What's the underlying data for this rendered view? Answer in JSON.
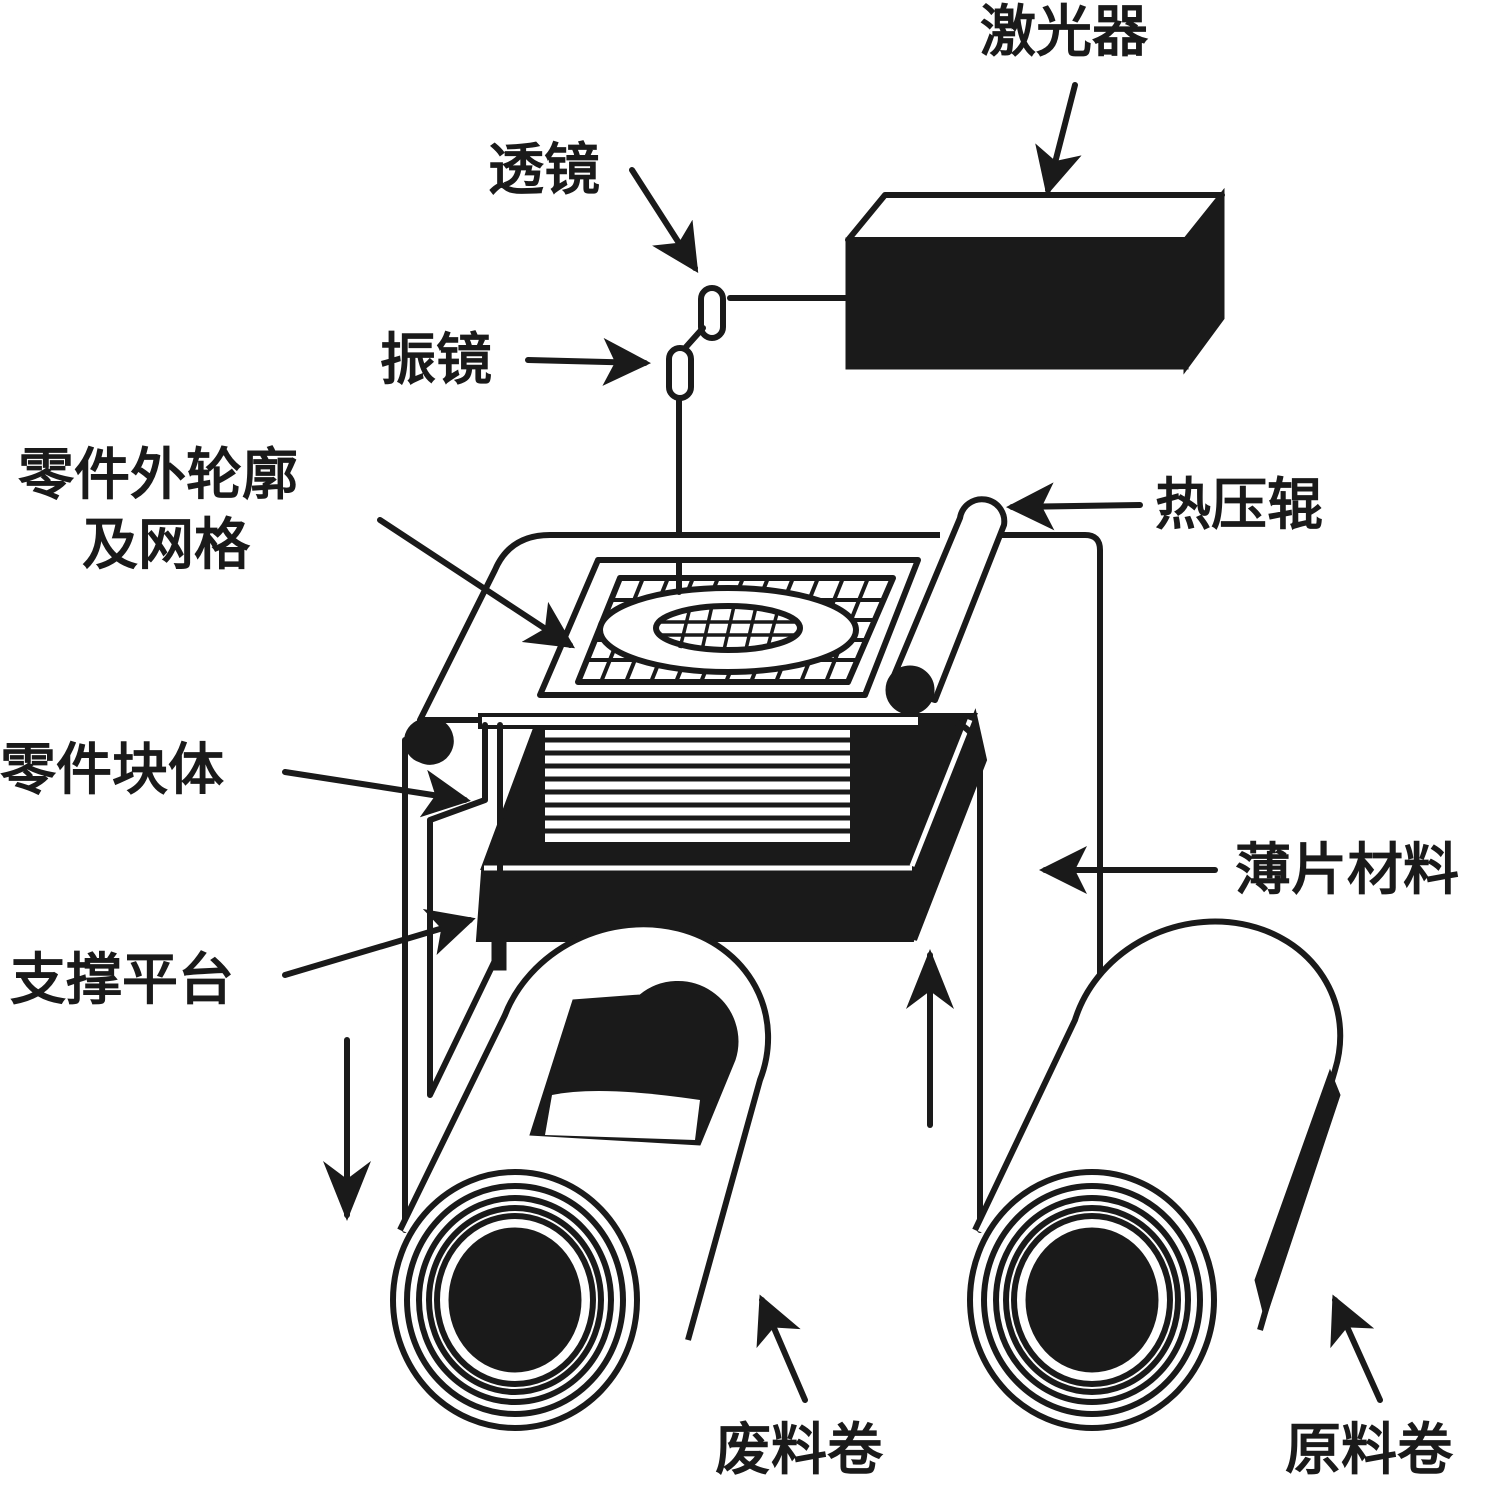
{
  "diagram": {
    "title": "LOM laminated object manufacturing schematic",
    "colors": {
      "ink": "#1a1a1a",
      "background": "#ffffff"
    },
    "labels": {
      "laser": "激光器",
      "lens": "透镜",
      "galvo_mirror": "振镜",
      "part_outline_line1": "零件外轮廓",
      "part_outline_line2": "及网格",
      "hot_roller": "热压辊",
      "part_block": "零件块体",
      "sheet_material": "薄片材料",
      "support_platform": "支撑平台",
      "waste_roll": "废料卷",
      "supply_roll": "原料卷"
    }
  }
}
